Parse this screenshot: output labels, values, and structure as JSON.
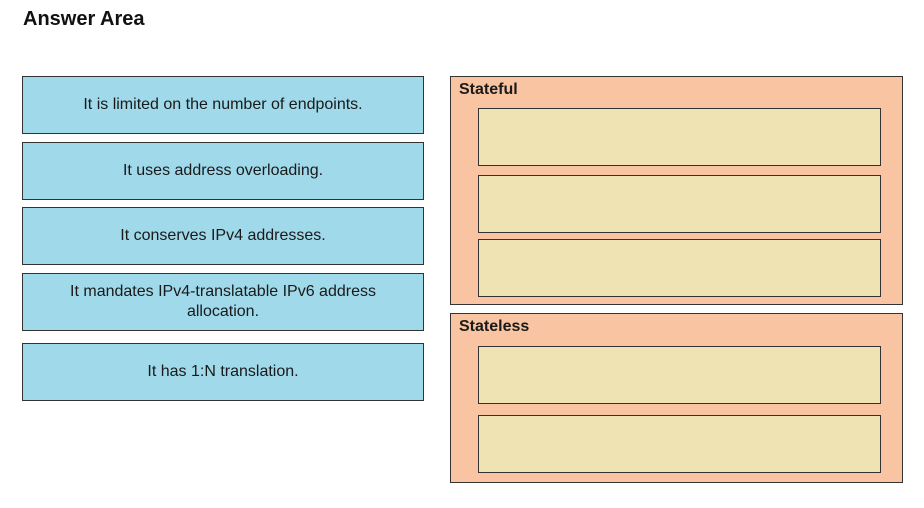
{
  "header": {
    "title": "Answer Area"
  },
  "options": [
    {
      "label": "It is limited on the number of endpoints."
    },
    {
      "label": "It uses address overloading."
    },
    {
      "label": "It conserves IPv4 addresses."
    },
    {
      "label": "It mandates IPv4-translatable IPv6 address allocation."
    },
    {
      "label": "It has 1:N translation."
    }
  ],
  "targets": {
    "stateful": {
      "label": "Stateful",
      "slots": 3
    },
    "stateless": {
      "label": "Stateless",
      "slots": 2
    }
  },
  "colors": {
    "option_bg": "#9fd9ea",
    "zone_bg": "#f9c4a1",
    "slot_bg": "#efe3b4"
  }
}
